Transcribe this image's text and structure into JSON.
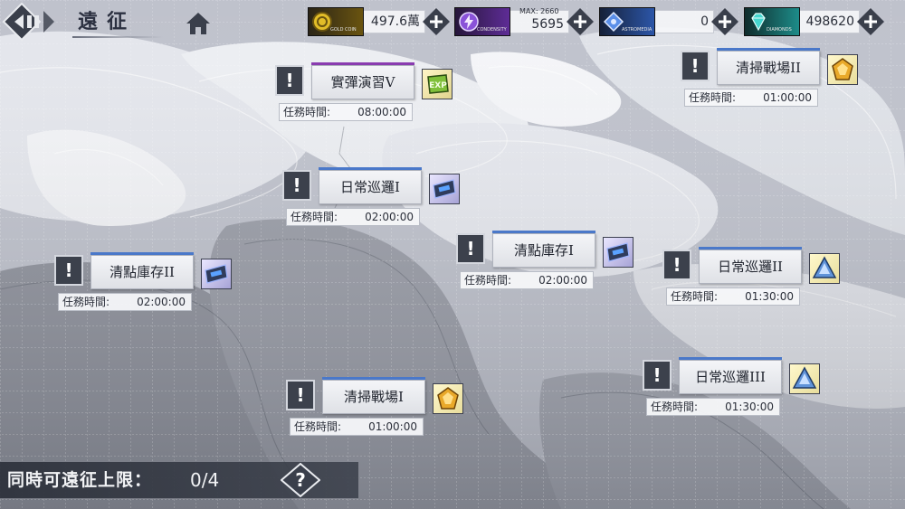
{
  "header": {
    "title": "遠征"
  },
  "resources": [
    {
      "name": "gold",
      "icon": "gold-coin-icon",
      "icon_label": "GOLD COIN",
      "value": "497.6萬",
      "color": "#d6b21e"
    },
    {
      "name": "stamina",
      "icon": "stamina-energy-icon",
      "icon_label": "CONDENSITY",
      "max_label": "MAX: 2660",
      "value": "5695",
      "color": "#7a3fc2"
    },
    {
      "name": "crystal",
      "icon": "astromedia-icon",
      "icon_label": "ASTROMEDIA",
      "value": "0",
      "color": "#3d6fd3"
    },
    {
      "name": "diamonds",
      "icon": "diamond-icon",
      "icon_label": "DIAMONDS",
      "value": "498620",
      "color": "#19a6a2"
    }
  ],
  "mission_time_label": "任務時間:",
  "missions": [
    {
      "name": "實彈演習V",
      "time": "08:00:00",
      "reward": "exp-chip-icon",
      "accent": "#8a3cb0"
    },
    {
      "name": "清掃戰場II",
      "time": "01:00:00",
      "reward": "gold-ore-icon",
      "accent": "#4a78c9"
    },
    {
      "name": "日常巡邏I",
      "time": "02:00:00",
      "reward": "data-card-icon",
      "accent": "#4a78c9"
    },
    {
      "name": "清點庫存II",
      "time": "02:00:00",
      "reward": "data-card-icon",
      "accent": "#4a78c9"
    },
    {
      "name": "清點庫存I",
      "time": "02:00:00",
      "reward": "data-card-icon",
      "accent": "#4a78c9"
    },
    {
      "name": "日常巡邏II",
      "time": "01:30:00",
      "reward": "blue-crystal-icon",
      "accent": "#4a78c9"
    },
    {
      "name": "清掃戰場I",
      "time": "01:00:00",
      "reward": "gold-ore-icon",
      "accent": "#4a78c9"
    },
    {
      "name": "日常巡邏III",
      "time": "01:30:00",
      "reward": "blue-crystal-icon",
      "accent": "#4a78c9"
    }
  ],
  "footer": {
    "limit_label": "同時可遠征上限：",
    "limit_value": "0/4",
    "help_label": "?"
  }
}
